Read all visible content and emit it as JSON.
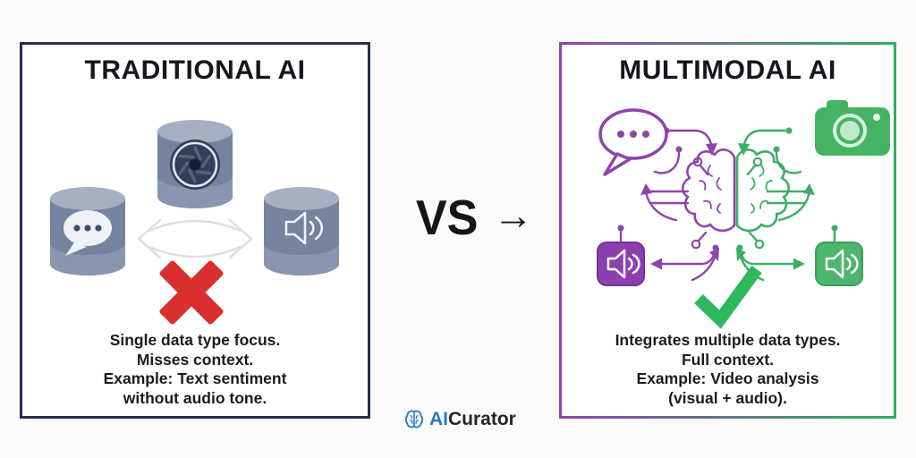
{
  "colors": {
    "page_bg": "#fcfbfa",
    "panel_bg": "#ffffff",
    "left_border": "#272e4f",
    "grad_purple": "#8e44ad",
    "grad_green": "#2eae5f",
    "title_text": "#15171c",
    "body_text": "#1c1c1e",
    "cylinder_body": "#76839e",
    "cylinder_top": "#a6b0c3",
    "cylinder_sheen": "#9aa5ba",
    "icon_light": "#eef1f6",
    "aperture_dark": "#333e5a",
    "arrow_gray": "#dcdfe3",
    "cross_red": "#d92f2f",
    "check_green": "#2eb85c",
    "purple": "#8e44ad",
    "green": "#3eae66",
    "logo_blue": "#2979c9",
    "logo_dark": "#20262e"
  },
  "left_panel": {
    "title": "TRADITIONAL AI",
    "caption_lines": [
      "Single data type focus.",
      "Misses context.",
      "Example: Text sentiment",
      "without audio tone."
    ],
    "icons": [
      "chat-bubble-cylinder",
      "camera-aperture-cylinder",
      "speaker-cylinder",
      "exchange-arrows",
      "cross-mark"
    ]
  },
  "center": {
    "vs_label": "VS",
    "arrow": "→"
  },
  "right_panel": {
    "title": "MULTIMODAL AI",
    "caption_lines": [
      "Integrates multiple data types.",
      "Full context.",
      "Example: Video analysis",
      "(visual + audio)."
    ],
    "icons": [
      "chat-bubble",
      "camera",
      "speaker-purple",
      "speaker-green",
      "brain",
      "check-mark"
    ]
  },
  "footer": {
    "logo_prefix": "AI",
    "logo_suffix": "Curator"
  }
}
